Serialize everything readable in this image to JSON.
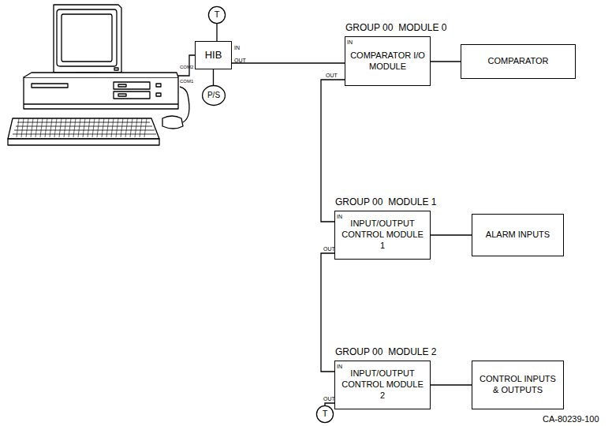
{
  "diagram": {
    "nodes": [
      {
        "text": [
          "HIB"
        ]
      },
      {
        "text": [
          "T"
        ]
      },
      {
        "text": [
          "P/S"
        ]
      },
      {
        "text": [
          "GROUP 00  MODULE 0",
          "COMPARATOR I/O MODULE"
        ]
      },
      {
        "text": [
          "COMPARATOR"
        ]
      },
      {
        "text": [
          "GROUP 00  MODULE 1",
          "INPUT/OUTPUT CONTROL MODULE 1"
        ]
      },
      {
        "text": [
          "ALARM INPUTS"
        ]
      },
      {
        "text": [
          "GROUP 00  MODULE 2",
          "INPUT/OUTPUT CONTROL MODULE 2"
        ]
      },
      {
        "text": [
          "CONTROL INPUTS & OUTPUTS"
        ]
      },
      {
        "text": [
          "T"
        ]
      }
    ],
    "edges": [
      {
        "from": 0,
        "to": 1,
        "arrow": "none"
      },
      {
        "from": 0,
        "to": 2,
        "arrow": "none"
      },
      {
        "from": 0,
        "to": 3,
        "arrow": "none"
      },
      {
        "from": 3,
        "to": 4,
        "arrow": "none"
      },
      {
        "from": 3,
        "to": 5,
        "arrow": "none"
      },
      {
        "from": 5,
        "to": 6,
        "arrow": "none"
      },
      {
        "from": 5,
        "to": 7,
        "arrow": "none"
      },
      {
        "from": 7,
        "to": 8,
        "arrow": "none"
      },
      {
        "from": 7,
        "to": 9,
        "arrow": "none"
      }
    ],
    "labels": [
      "COM2",
      "COM1",
      "IN",
      "OUT",
      "IN",
      "OUT",
      "IN",
      "OUT",
      "IN",
      "OUT",
      "CA-80239-100"
    ]
  }
}
